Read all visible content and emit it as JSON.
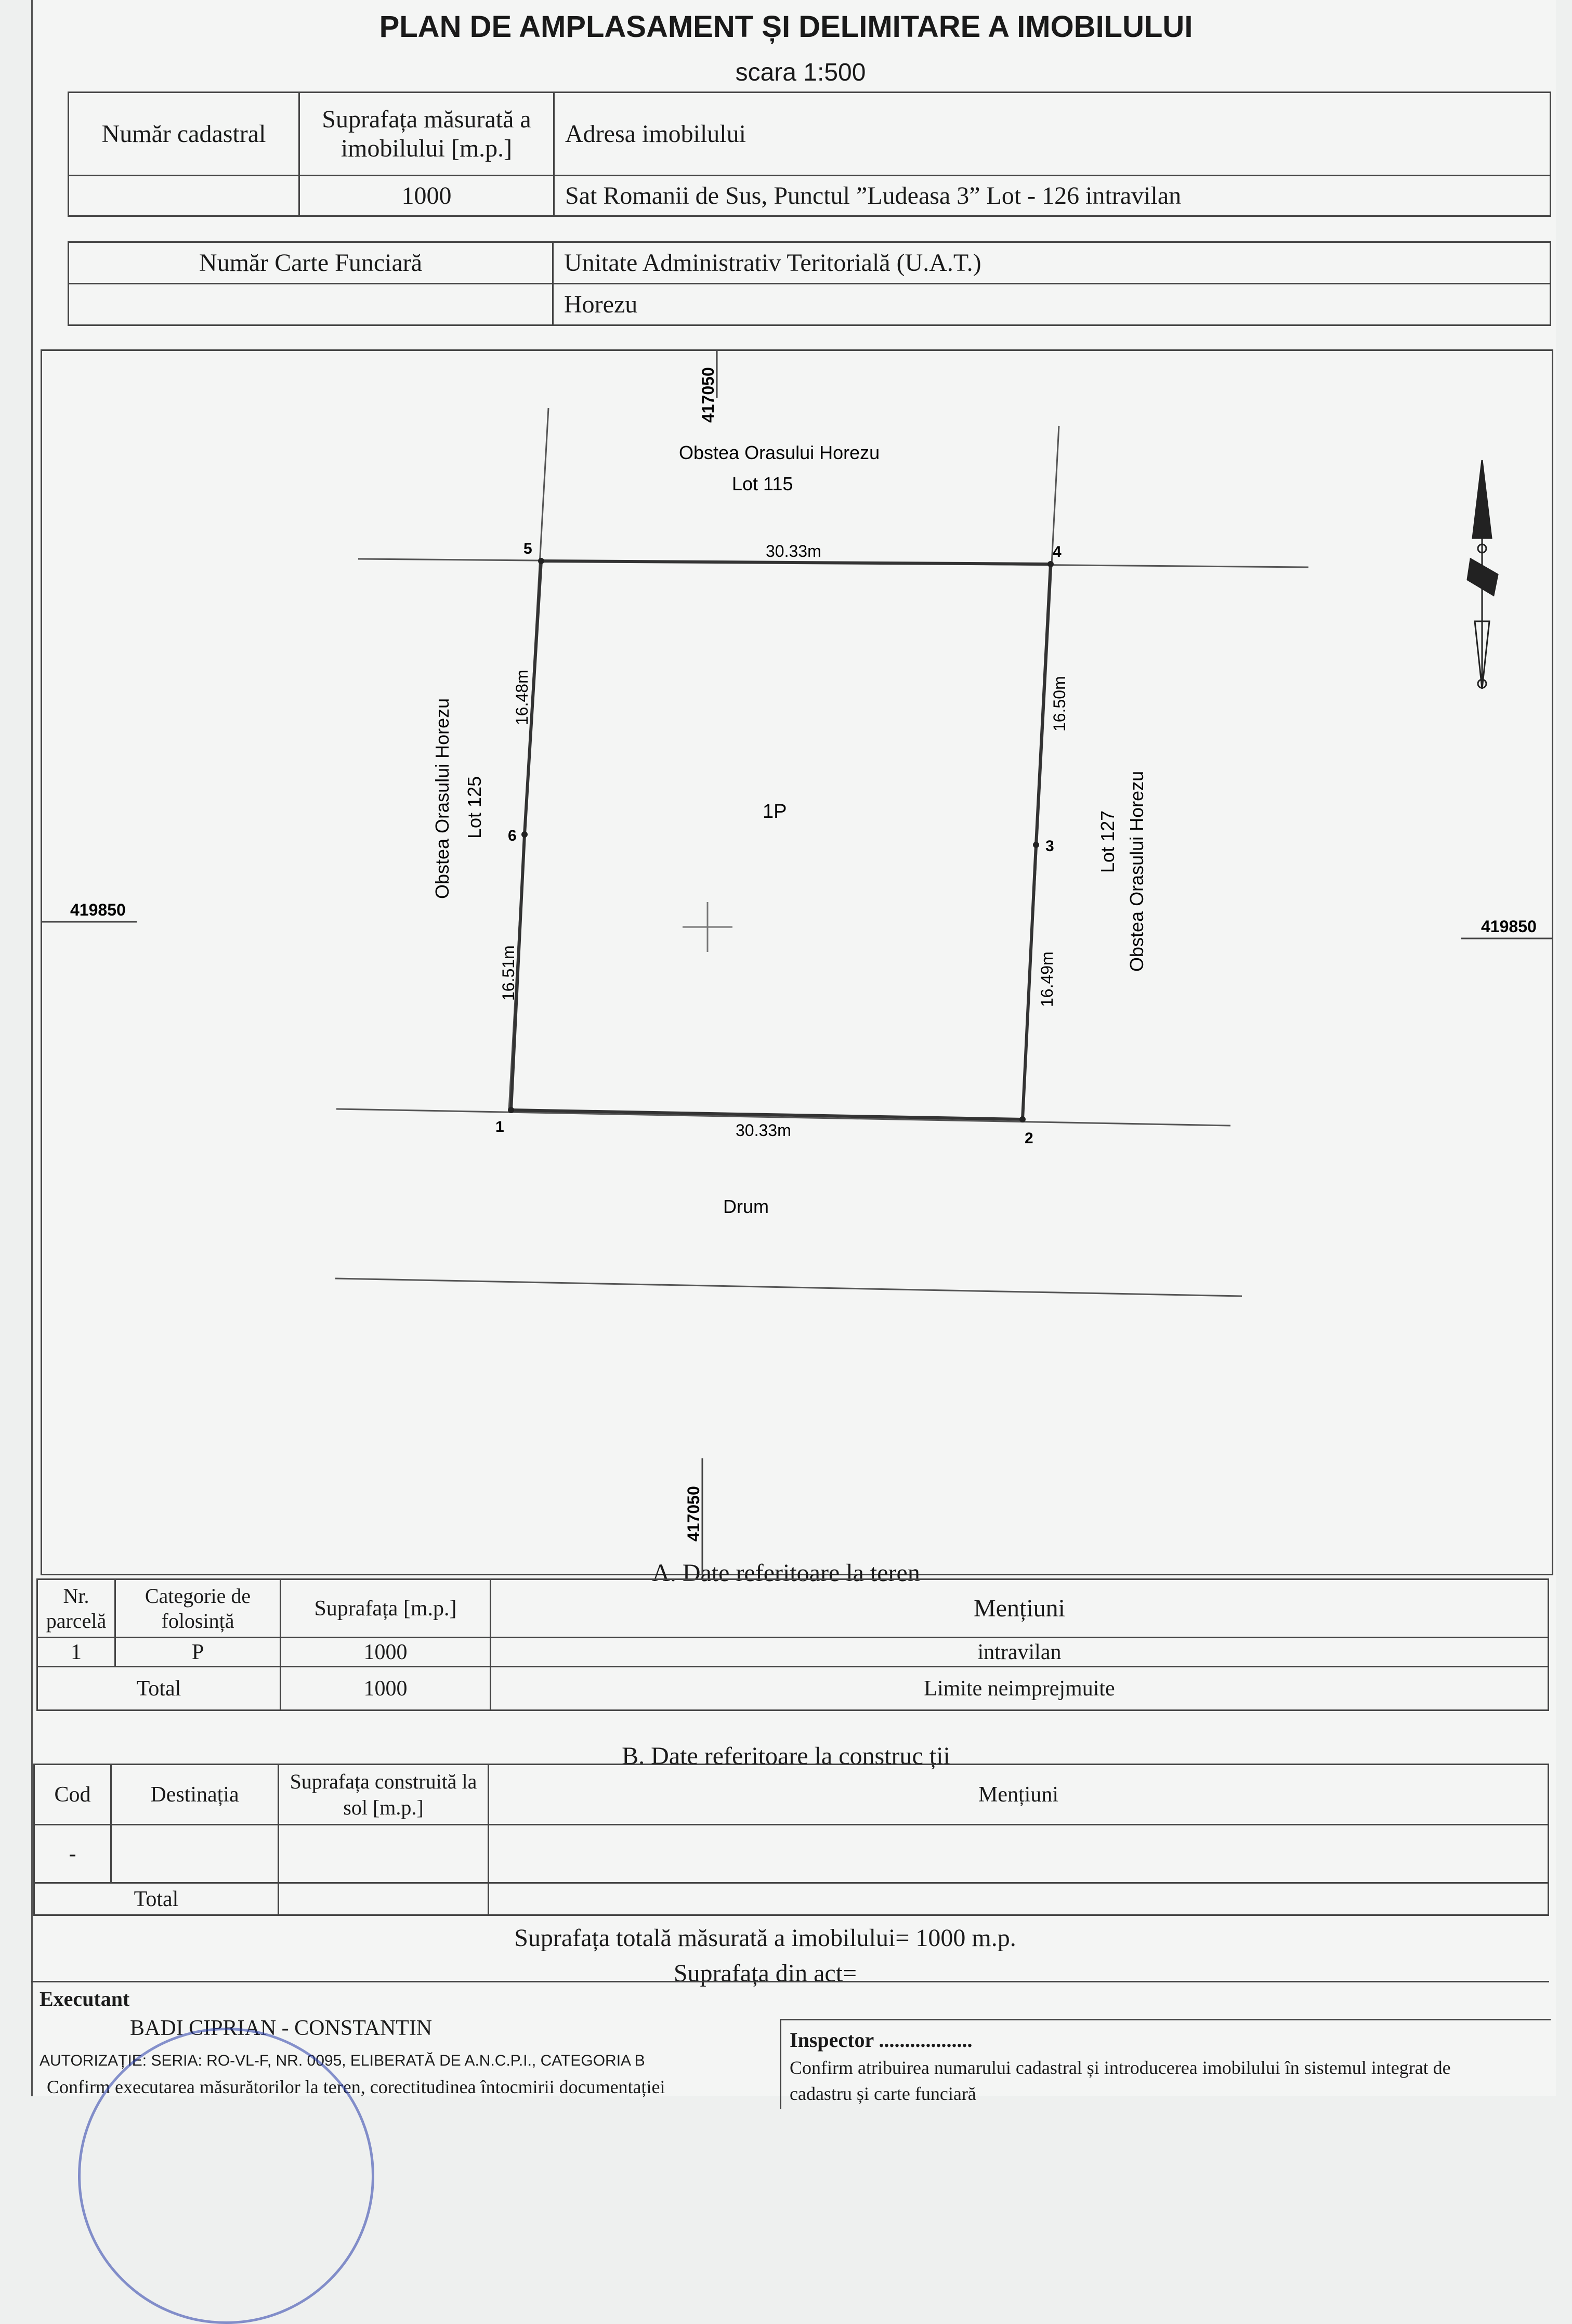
{
  "header": {
    "title": "PLAN DE AMPLASAMENT ȘI DELIMITARE A IMOBILULUI",
    "scale": "scara 1:500"
  },
  "table1": {
    "h_cadastral": "Număr cadastral",
    "h_area": "Suprafața măsurată a imobilului [m.p.]",
    "h_address": "Adresa imobilului",
    "v_cadastral": "",
    "v_area": "1000",
    "v_address": "Sat Romanii de Sus, Punctul ”Ludeasa 3” Lot - 126 intravilan"
  },
  "table2": {
    "h_carte": "Număr Carte Funciară",
    "h_uat": "Unitate Administrativ Teritorială (U.A.T.)",
    "v_carte": "",
    "v_uat": "Horezu"
  },
  "plan": {
    "coord_top": "417050",
    "coord_bottom": "417050",
    "coord_left": "419850",
    "coord_right": "419850",
    "north_neighbor": "Obstea Orasului Horezu",
    "north_lot": "Lot 115",
    "west_neighbor": "Obstea Orasului Horezu",
    "west_lot": "Lot 125",
    "east_neighbor": "Obstea Orasului Horezu",
    "east_lot": "Lot 127",
    "south_neighbor": "Drum",
    "parcel_label": "1P",
    "points": [
      "1",
      "2",
      "3",
      "4",
      "5",
      "6"
    ],
    "dims": {
      "top": "30.33m",
      "bottom": "30.33m",
      "left_upper": "16.48m",
      "left_lower": "16.51m",
      "right_upper": "16.50m",
      "right_lower": "16.49m"
    }
  },
  "sectionA": {
    "title": "A. Date referitoare la teren",
    "h_nr": "Nr. parcelă",
    "h_cat": "Categorie de folosință",
    "h_area": "Suprafața [m.p.]",
    "h_notes": "Mențiuni",
    "row_nr": "1",
    "row_cat": "P",
    "row_area": "1000",
    "row_notes": "intravilan",
    "total_label": "Total",
    "total_area": "1000",
    "total_notes": "Limite neimprejmuite"
  },
  "sectionB": {
    "title": "B. Date referitoare la construc ții",
    "h_cod": "Cod",
    "h_dest": "Destinația",
    "h_area": "Suprafața construită la sol [m.p.]",
    "h_notes": "Mențiuni",
    "row_cod": "-",
    "total_label": "Total"
  },
  "summary": {
    "total": "Suprafața totală măsurată a imobilului= 1000 m.p.",
    "act": "Suprafața din act="
  },
  "footer": {
    "exec_label": "Executant",
    "exec_name": "BADI CIPRIAN - CONSTANTIN",
    "authorization": "AUTORIZAȚIE: SERIA: RO-VL-F, NR. 0095, ELIBERATĂ DE A.N.C.P.I., CATEGORIA B",
    "confirm": "Confirm executarea măsurătorilor la teren, corectitudinea întocmirii documentației",
    "inspector_label": "Inspector ..................",
    "inspector_text": "Confirm atribuirea numarului cadastral și introducerea imobilului în sistemul integrat de",
    "inspector_text2": "cadastru și carte funciară"
  }
}
